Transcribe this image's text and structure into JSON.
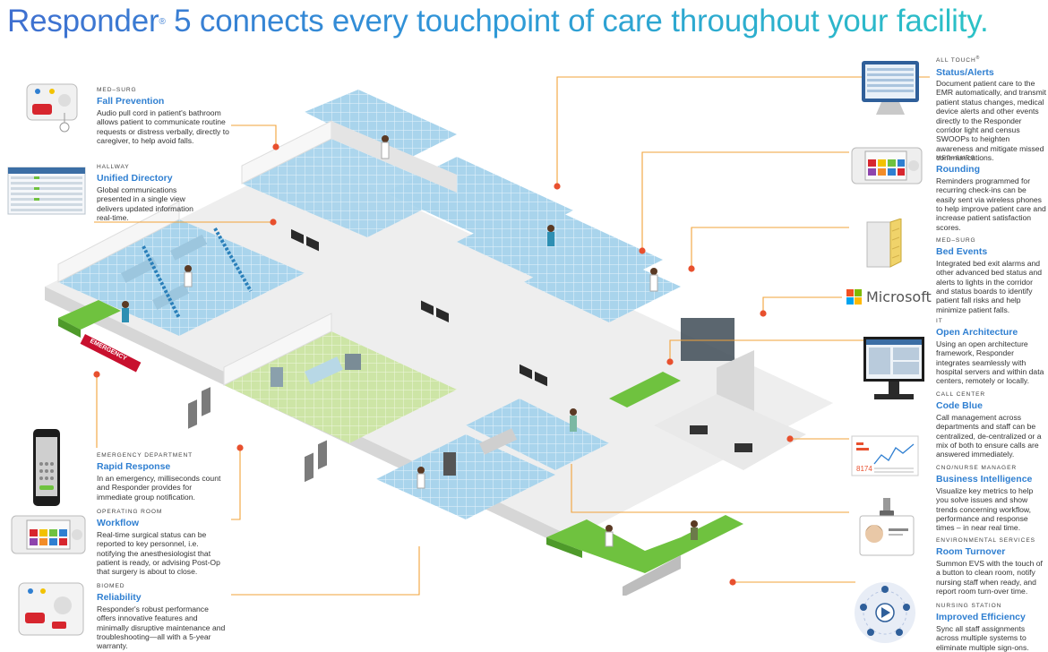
{
  "headline": {
    "brand": "Responder",
    "mark": "®",
    "rest": " 5 connects every touchpoint of care throughout your facility."
  },
  "callouts_left": [
    {
      "category": "MED–SURG",
      "title": "Fall Prevention",
      "desc": "Audio pull cord in patient's bathroom allows patient to communicate routine requests or distress verbally, directly to caregiver, to help avoid falls."
    },
    {
      "category": "HALLWAY",
      "title": "Unified Directory",
      "desc": "Global communications presented in a single view delivers updated information real-time."
    },
    {
      "category": "EMERGENCY DEPARTMENT",
      "title": "Rapid Response",
      "desc": "In an emergency, milliseconds count and Responder provides for immediate group notification."
    },
    {
      "category": "OPERATING ROOM",
      "title": "Workflow",
      "desc": "Real-time surgical status can be reported to key personnel, i.e. notifying the anesthesiologist that patient is ready, or advising Post-Op that surgery is about to close."
    },
    {
      "category": "BIOMED",
      "title": "Reliability",
      "desc": "Responder's robust performance offers innovative features and minimally disruptive maintenance and troubleshooting—all with a 5-year warranty."
    }
  ],
  "callouts_right": [
    {
      "category": "ALL TOUCH",
      "category_mark": "®",
      "title": "Status/Alerts",
      "desc": "Document patient care to the EMR automatically, and transmit patient status changes, medical device alerts and other events directly to the Responder corridor light and census SWOOPs to heighten awareness and mitigate missed communications."
    },
    {
      "category": "MED–SURG",
      "title": "Rounding",
      "desc": "Reminders programmed for recurring check-ins can be easily sent via wireless phones to help improve patient care and increase patient satisfaction scores."
    },
    {
      "category": "MED–SURG",
      "title": "Bed Events",
      "desc": "Integrated bed exit alarms and other advanced bed status and alerts to lights in the corridor and status boards to identify patient fall risks and help minimize patient falls."
    },
    {
      "category": "IT",
      "title": "Open Architecture",
      "desc": "Using an open architecture framework, Responder integrates seamlessly with hospital servers and within data centers, remotely or locally."
    },
    {
      "category": "CALL CENTER",
      "title": "Code Blue",
      "desc": "Call management across departments and staff can be centralized, de-centralized or a mix of both to ensure calls are answered immediately."
    },
    {
      "category": "CNO/NURSE MANAGER",
      "title": "Business Intelligence",
      "desc": "Visualize key metrics to help you solve issues and show trends concerning workflow, performance and response times – in near real time."
    },
    {
      "category": "ENVIRONMENTAL SERVICES",
      "title": "Room Turnover",
      "desc": "Summon EVS with the touch of a button to clean room, notify nursing staff when ready, and report room turn-over time."
    },
    {
      "category": "NURSING STATION",
      "title": "Improved Efficiency",
      "desc": "Sync all staff assignments across multiple systems to eliminate multiple sign-ons."
    }
  ],
  "floorplan": {
    "emergency_sign": "EMERGENCY"
  },
  "badges": {
    "microsoft": "Microsoft",
    "bi_value": "8174"
  },
  "colors": {
    "accent_blue": "#2f7fd1",
    "leader_orange": "#f2a33a",
    "dot_red": "#e8502e",
    "floor_blue": "#a9d4ec",
    "floor_green": "#cde5a6",
    "desk_green": "#6fc23f",
    "wall": "#f4f4f4"
  },
  "icons": {
    "fall_prevention": "pull-cord-station-icon",
    "unified_directory": "dashboard-screen-icon",
    "rapid_response": "smartphone-icon",
    "workflow": "touch-console-icon",
    "reliability": "speaker-station-icon",
    "status_alerts": "touch-monitor-icon",
    "rounding": "touch-console-icon",
    "bed_events": "server-cabinet-icon",
    "open_architecture": "desktop-monitor-icon",
    "code_blue": "analytics-report-icon",
    "room_turnover": "id-badge-icon",
    "improved_efficiency": "network-hub-icon"
  }
}
